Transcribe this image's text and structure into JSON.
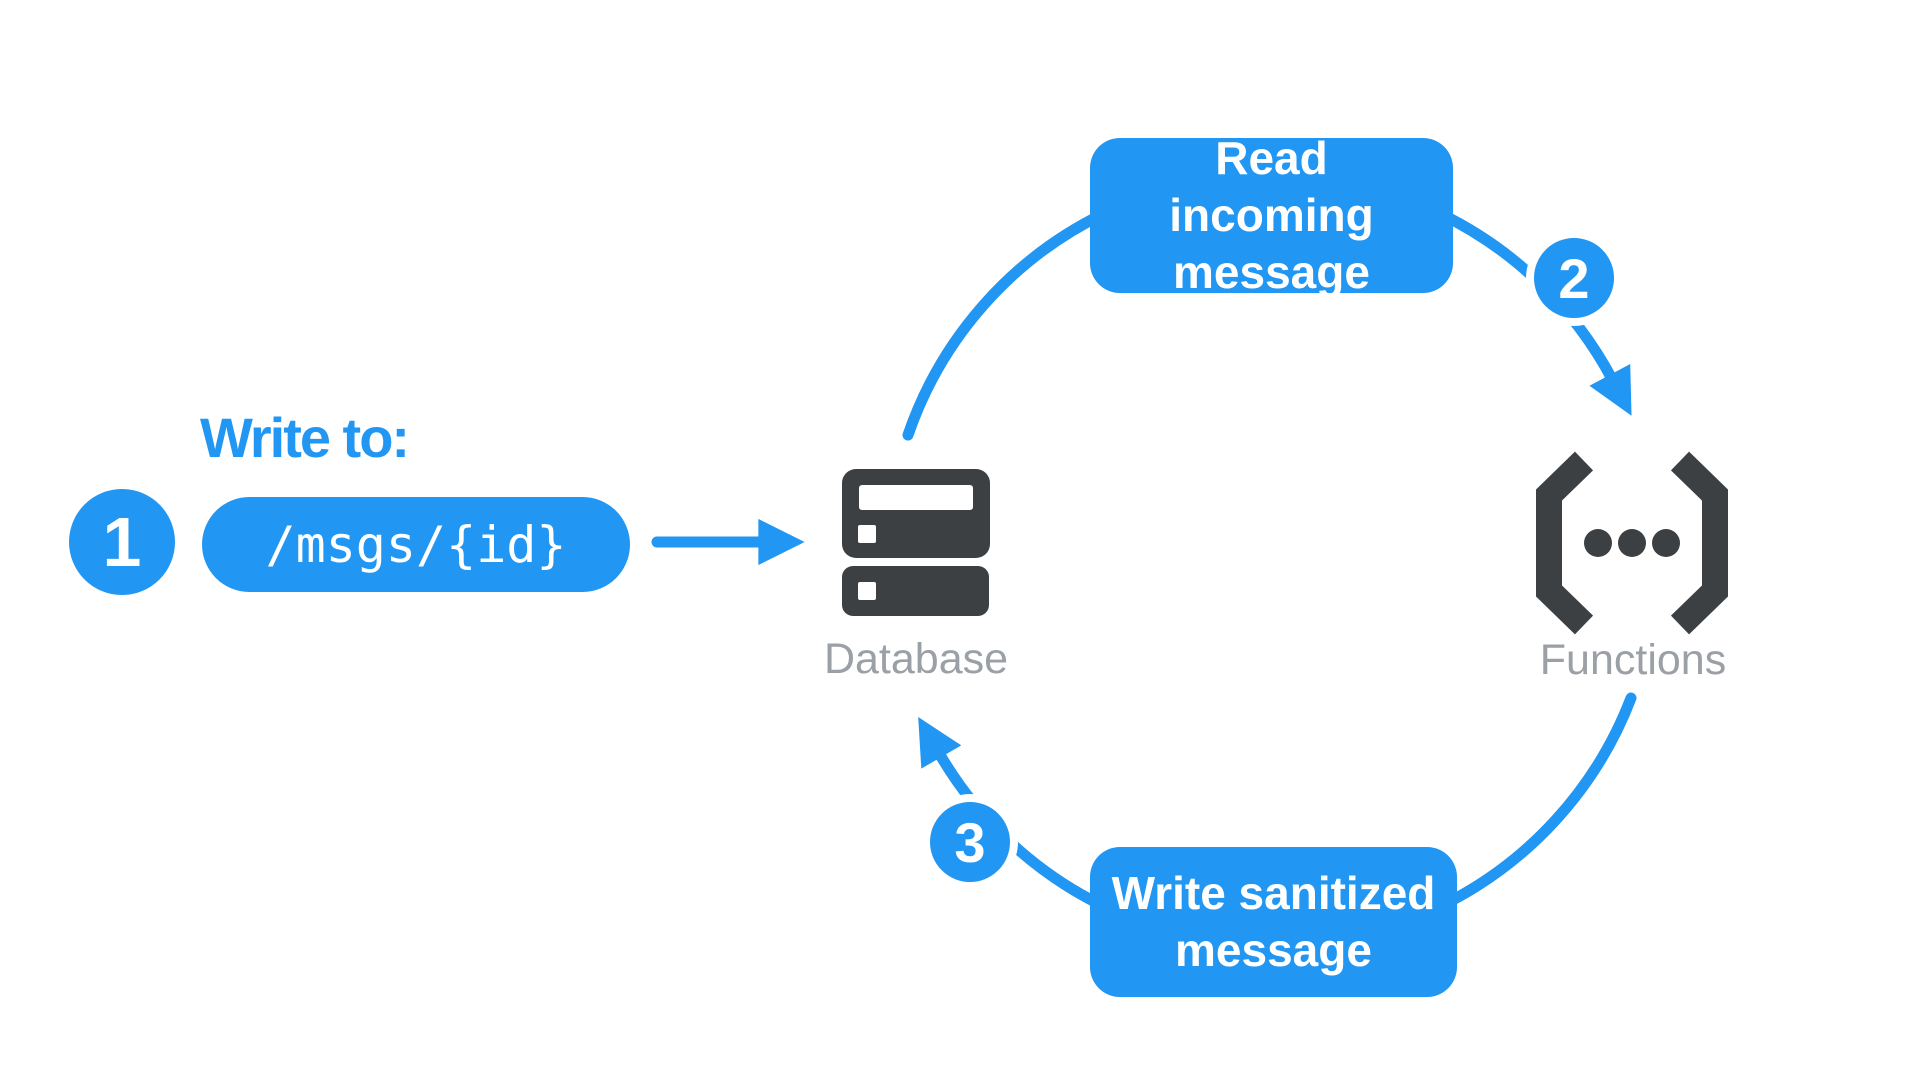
{
  "palette": {
    "blue": "#2196F3",
    "dark": "#3C4043",
    "gray": "#9AA0A6",
    "white": "#FFFFFF",
    "bg": "#FFFFFF"
  },
  "step1": {
    "number": "1",
    "heading": "Write to:",
    "path_label": "/msgs/{id}"
  },
  "database": {
    "label": "Database"
  },
  "functions": {
    "label": "Functions"
  },
  "cycle": {
    "step2": {
      "number": "2"
    },
    "step3": {
      "number": "3"
    },
    "read_box_label": "Read incoming message",
    "write_box_label": "Write sanitized message"
  }
}
